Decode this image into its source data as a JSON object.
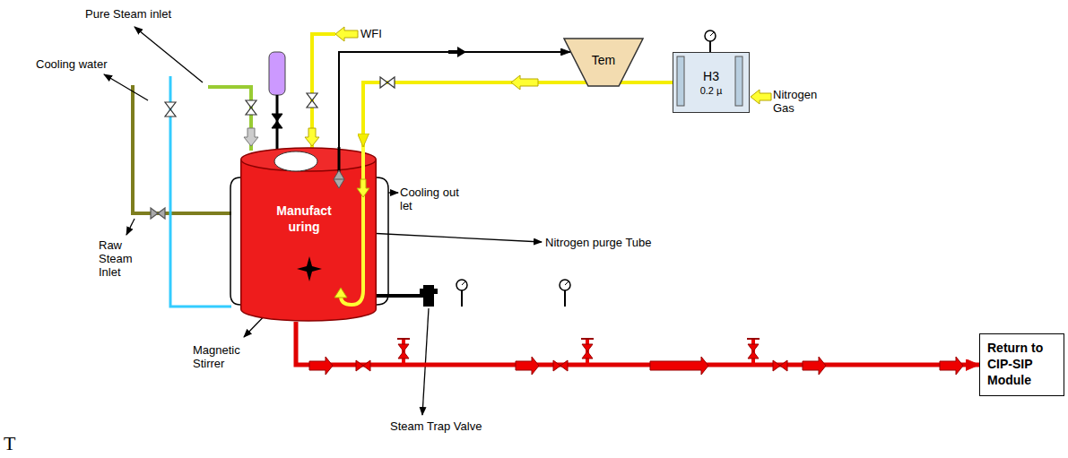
{
  "diagram": {
    "nodes": [
      {
        "text": [
          "Tem"
        ]
      },
      {
        "text": [
          "H3",
          "0.2 µ"
        ]
      },
      {
        "text": [
          "Manufact uring"
        ]
      },
      {
        "text": [
          "Return to CIP-SIP Module"
        ]
      }
    ],
    "edges": [
      {
        "from": 2,
        "to": 0,
        "arrow": "to"
      },
      {
        "from": 1,
        "to": 2,
        "arrow": "to"
      },
      {
        "from": 2,
        "to": 3,
        "arrow": "to"
      }
    ],
    "labels": [
      "Pure Steam inlet",
      "WFI",
      "Cooling water",
      "Cooling out let",
      "Nitrogen Gas",
      "Nitrogen purge Tube",
      "Raw Steam Inlet",
      "Magnetic Stirrer",
      "Steam Trap Valve",
      "T"
    ]
  }
}
